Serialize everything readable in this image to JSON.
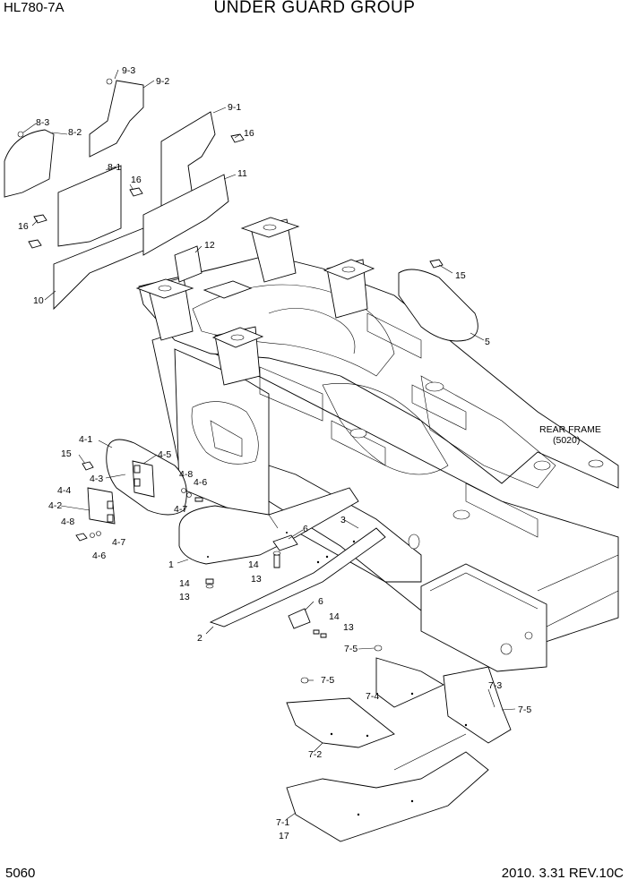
{
  "header": {
    "model": "HL780-7A",
    "title": "UNDER GUARD GROUP"
  },
  "footer": {
    "page_number": "5060",
    "date_revision": "2010. 3.31  REV.10C"
  },
  "reference": {
    "line1": "REAR FRAME",
    "line2": "(5020)"
  },
  "callouts": {
    "c_9_3": "9-3",
    "c_9_2": "9-2",
    "c_9_1": "9-1",
    "c_8_3": "8-3",
    "c_8_2": "8-2",
    "c_8_1": "8-1",
    "c_16_a": "16",
    "c_16_b": "16",
    "c_16_c": "16",
    "c_11": "11",
    "c_12": "12",
    "c_10": "10",
    "c_15_a": "15",
    "c_5": "5",
    "c_4_1": "4-1",
    "c_15_b": "15",
    "c_4_5": "4-5",
    "c_4_3": "4-3",
    "c_4_8_a": "4-8",
    "c_4_6_a": "4-6",
    "c_4_7_a": "4-7",
    "c_4_4": "4-4",
    "c_4_2": "4-2",
    "c_4_8_b": "4-8",
    "c_4_7_b": "4-7",
    "c_4_6_b": "4-6",
    "c_3": "3",
    "c_6_a": "6",
    "c_1": "1",
    "c_14_a": "14",
    "c_13_a": "13",
    "c_14_b": "14",
    "c_13_b": "13",
    "c_6_b": "6",
    "c_14_c": "14",
    "c_13_c": "13",
    "c_2": "2",
    "c_7_5_a": "7-5",
    "c_7_5_b": "7-5",
    "c_7_4": "7-4",
    "c_7_3": "7-3",
    "c_7_5_c": "7-5",
    "c_7_2": "7-2",
    "c_7_1": "7-1",
    "c_17": "17"
  }
}
